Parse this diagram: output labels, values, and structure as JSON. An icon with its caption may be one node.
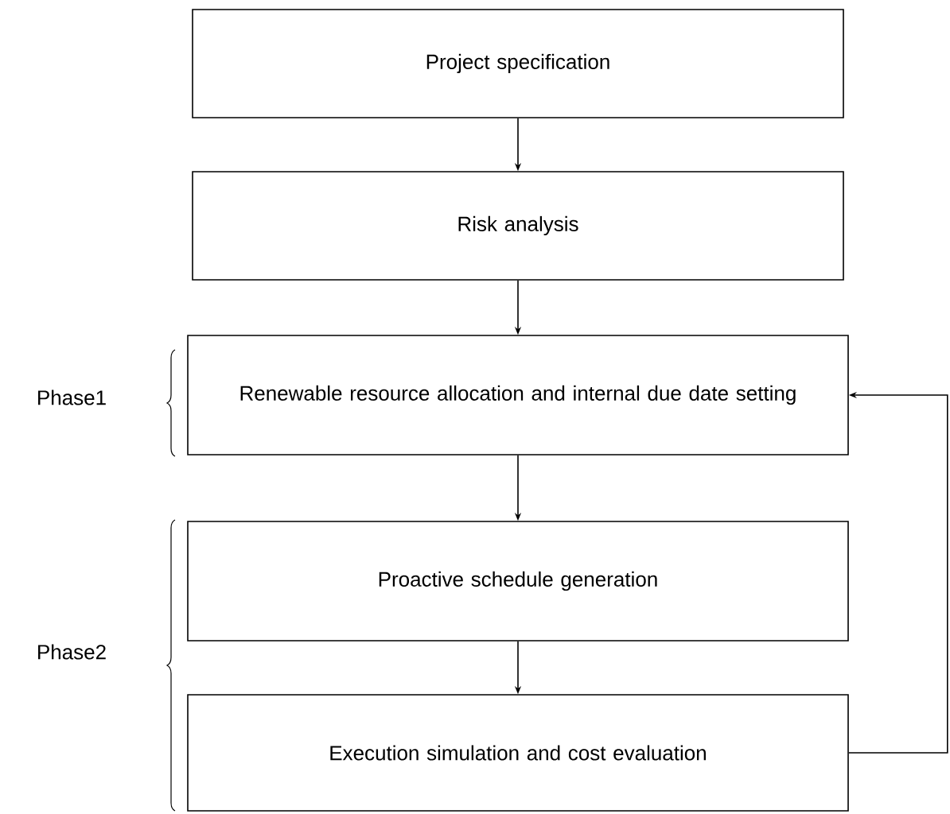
{
  "diagram": {
    "nodes": [
      {
        "text": [
          "Project specification"
        ]
      },
      {
        "text": [
          "Risk analysis"
        ]
      },
      {
        "text": [
          "Renewable resource allocation and internal due date setting"
        ]
      },
      {
        "text": [
          "Proactive schedule generation"
        ]
      },
      {
        "text": [
          "Execution simulation and cost evaluation"
        ]
      }
    ],
    "edges": [
      {
        "from": 0,
        "to": 1,
        "arrow": "to"
      },
      {
        "from": 1,
        "to": 2,
        "arrow": "to"
      },
      {
        "from": 2,
        "to": 3,
        "arrow": "to"
      },
      {
        "from": 3,
        "to": 4,
        "arrow": "to"
      },
      {
        "from": 4,
        "to": 2,
        "arrow": "to"
      }
    ],
    "labels": [
      "Phase1",
      "Phase2"
    ]
  }
}
